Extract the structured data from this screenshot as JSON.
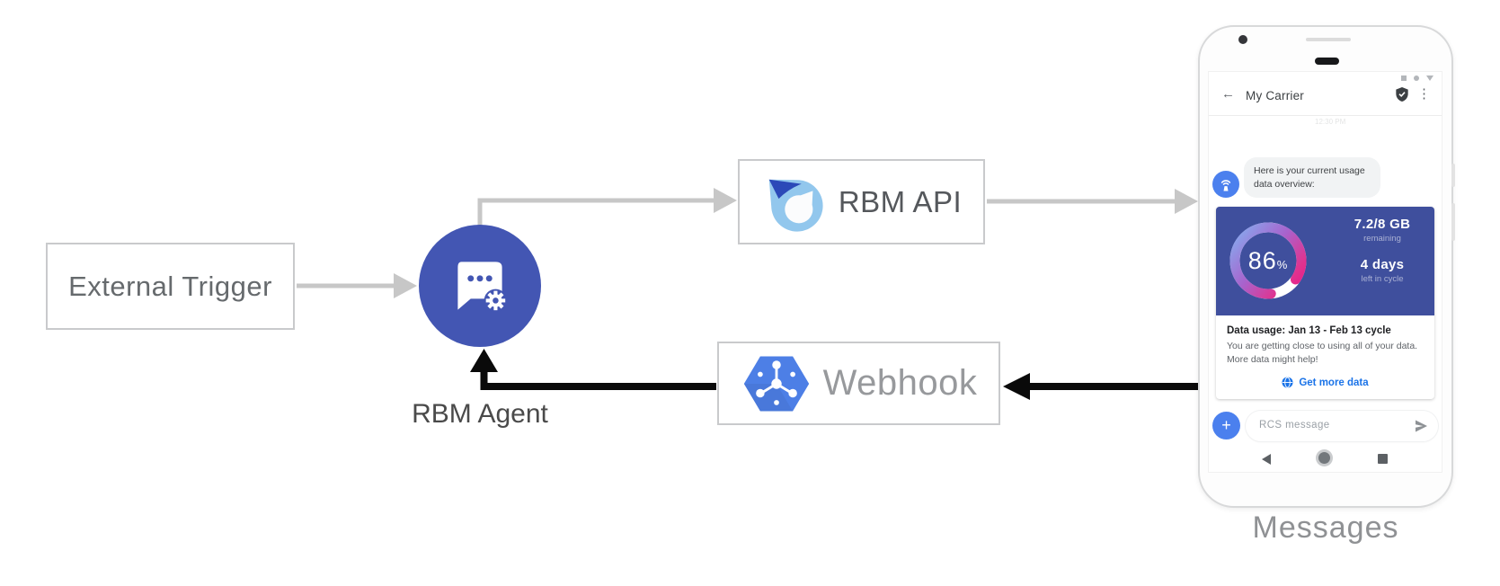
{
  "diagram": {
    "external_trigger": {
      "label": "External Trigger"
    },
    "rbm_agent": {
      "label": "RBM Agent"
    },
    "rbm_api": {
      "label": "RBM API"
    },
    "webhook": {
      "label": "Webhook"
    },
    "phone_caption": "Messages"
  },
  "phone": {
    "header": {
      "back_icon": "←",
      "title": "My Carrier",
      "menu_icon": "⋮",
      "timestamp": "12:30 PM"
    },
    "messages": [
      {
        "sender": "agent",
        "text": "Here is your current usage data overview:"
      }
    ],
    "usage_card": {
      "percent": "86",
      "percent_sign": "%",
      "amount": "7.2/8 GB",
      "amount_label": "remaining",
      "days": "4 days",
      "days_label": "left in cycle"
    },
    "info_card": {
      "title": "Data usage: Jan 13 - Feb 13 cycle",
      "body_line1": "You are getting close to using all of your data.",
      "body_line2": "More data might help!",
      "action": "Get more data"
    },
    "composer": {
      "plus_label": "+",
      "placeholder": "RCS message"
    }
  },
  "colors": {
    "agent_blue": "#4356b3",
    "card_indigo": "#3f4f9d",
    "google_blue": "#4b80ee",
    "link_blue": "#1a73e8",
    "gauge_blue": "#84aef0",
    "gauge_pink": "#e91e8f",
    "arrow_gray": "#c7c7c7",
    "arrow_black": "#0a0a0a",
    "box_border_gray": "#c9cacc"
  }
}
